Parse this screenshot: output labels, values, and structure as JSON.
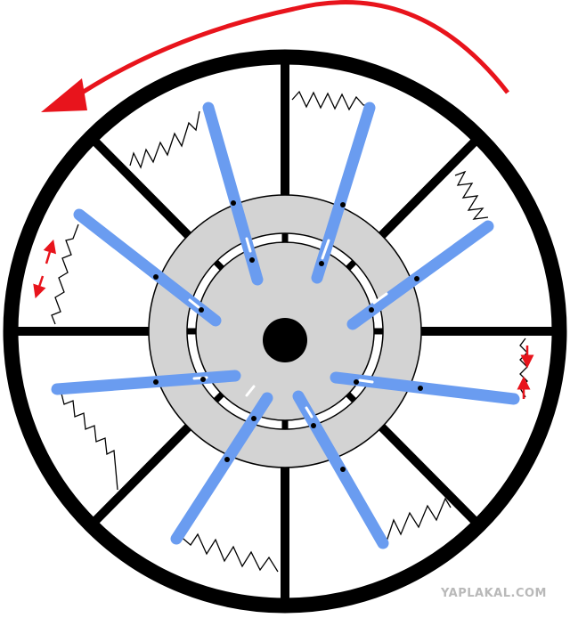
{
  "diagram": {
    "colors": {
      "rim": "#000000",
      "hub": "#d3d3d3",
      "lever": "#6a9cf0",
      "arrow": "#e8141c",
      "spring": "#000000",
      "background": "#ffffff"
    },
    "rotation_direction": "counterclockwise",
    "spoke_count": 8,
    "lever_count": 8,
    "watermark": "YAPLAKAL.COM"
  }
}
